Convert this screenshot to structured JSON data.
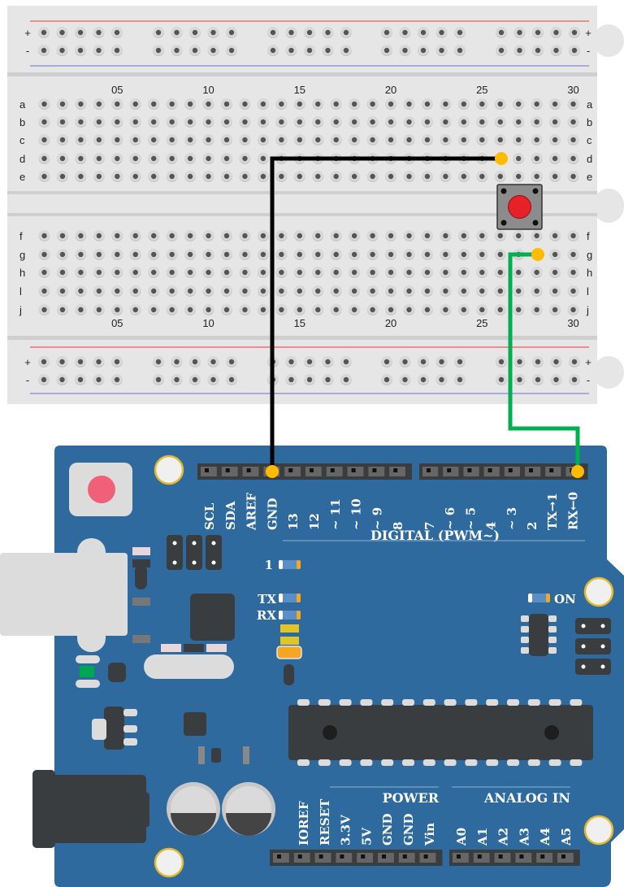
{
  "colors": {
    "breadboard": "#e6e6e6",
    "breadboard_groove": "#cfcfcf",
    "hole_outer": "#c8c8c8",
    "hole_inner": "#555555",
    "rail_plus": "#e8393b",
    "rail_minus": "#6c72c6",
    "board": "#2e6a9e",
    "header": "#3a3d40",
    "wire_gnd": "#000000",
    "wire_signal": "#00b050",
    "wire_end": "#ffbb00",
    "button_cap": "#e62127",
    "reset_button": "#f06077"
  },
  "breadboard": {
    "rail_plus_label": "+",
    "rail_minus_label": "-",
    "column_numbers": [
      "05",
      "10",
      "15",
      "20",
      "25",
      "30"
    ],
    "rows_top": [
      "a",
      "b",
      "c",
      "d",
      "e"
    ],
    "rows_bottom": [
      "f",
      "g",
      "h",
      "l",
      "j"
    ],
    "columns": 30
  },
  "components": {
    "pushbutton": {
      "name": "Pushbutton",
      "position": "columns 26-28, across center gap"
    }
  },
  "wires": [
    {
      "name": "gnd-wire",
      "color": "black",
      "from": "breadboard d26",
      "to": "Arduino GND"
    },
    {
      "name": "signal-wire",
      "color": "green",
      "from": "breadboard g28",
      "to": "Arduino RX←0"
    }
  ],
  "arduino": {
    "top_header_left": [
      "SCL",
      "SDA",
      "AREF",
      "GND",
      "13",
      "12",
      "~ 11",
      "~ 10",
      "~ 9",
      "8"
    ],
    "top_header_right": [
      "7",
      "~ 6",
      "~ 5",
      "4",
      "~ 3",
      "2",
      "TX→1",
      "RX←0"
    ],
    "digital_label": "DIGITAL (PWM~)",
    "led_labels": {
      "l": "1",
      "tx": "TX",
      "rx": "RX",
      "on": "ON"
    },
    "power_label": "POWER",
    "analog_label": "ANALOG IN",
    "power_pins": [
      "IOREF",
      "RESET",
      "3.3V",
      "5V",
      "GND",
      "GND",
      "Vin"
    ],
    "analog_pins": [
      "A0",
      "A1",
      "A2",
      "A3",
      "A4",
      "A5"
    ]
  }
}
